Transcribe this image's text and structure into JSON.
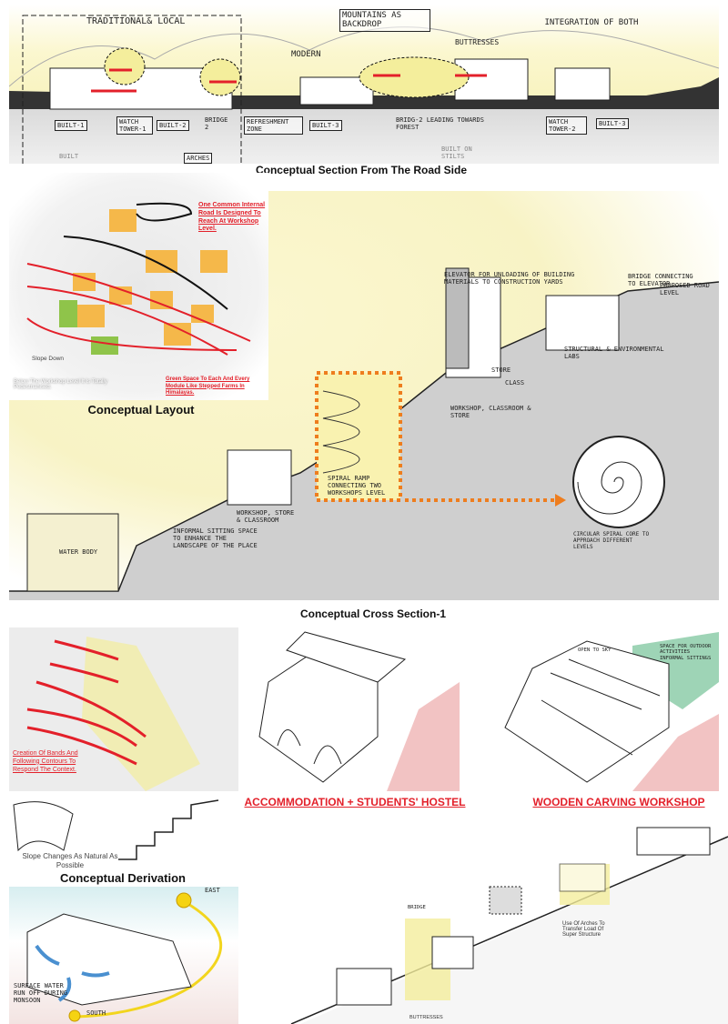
{
  "road_section": {
    "title": "Conceptual Section From The Road Side",
    "labels": {
      "traditional": "TRADITIONAL& LOCAL",
      "mountains": "MOUNTAINS AS BACKDROP",
      "modern": "MODERN",
      "buttresses": "BUTTRESSES",
      "integration": "INTEGRATION OF BOTH",
      "built1": "BUILT-1",
      "watch1": "WATCH TOWER-1",
      "built2": "BUILT-2",
      "bridge2a": "BRIDGE 2",
      "refreshment": "REFRESHMENT ZONE",
      "built3a": "BUILT-3",
      "bridge2b": "BRIDG-2 LEADING TOWARDS FOREST",
      "watch2": "WATCH TOWER-2",
      "built3b": "BUILT-3",
      "arches": "ARCHES",
      "built": "BUILT",
      "stilts": "BUILT ON STILTS"
    }
  },
  "layout": {
    "title": "Conceptual Layout",
    "note_road": "One Common Internal Road Is Designed To Reach At Workshop Level.",
    "note_slope": "Slope Down",
    "note_pedestrian": "Below The Workshop Level It Is Totally Pedestrianised.",
    "note_green": "Green Space To Each And Every Module Like Stepped Farms In Himalayas."
  },
  "cross_section": {
    "title": "Conceptual Cross Section-1",
    "labels": {
      "elevator": "ELEVATOR FOR UNLOADING OF BUILDING MATERIALS TO CONSTRUCTION YARDS",
      "bridge": "BRIDGE CONNECTING TO ELEVATOR",
      "road": "PROPOSED ROAD LEVEL",
      "labs": "STRUCTURAL & ENVIRONMENTAL LABS",
      "store": "STORE",
      "class": "CLASS",
      "workshop1": "WORKSHOP, CLASSROOM & STORE",
      "spiral": "SPIRAL RAMP CONNECTING TWO WORKSHOPS LEVEL",
      "workshop2": "WORKSHOP, STORE & CLASSROOM",
      "sitting": "INFORMAL SITTING SPACE TO ENHANCE THE LANDSCAPE OF THE PLACE",
      "water": "WATER BODY",
      "circular": "CIRCULAR SPIRAL CORE TO APPROACH DIFFERENT LEVELS"
    }
  },
  "bands": {
    "note": "Creation Of Bands And Following Contours To Respond The Context."
  },
  "hostel": {
    "caption": "ACCOMMODATION + STUDENTS' HOSTEL"
  },
  "workshop": {
    "caption": "WOODEN CARVING WORKSHOP",
    "note": "SPACE FOR OUTDOOR ACTIVITIES INFORMAL SITTINGS",
    "open": "OPEN TO SKY"
  },
  "derivation": {
    "slope_note": "Slope Changes As Natural As Possible",
    "title": "Conceptual Derivation",
    "east": "EAST",
    "south": "SOUTH",
    "water": "SURFACE WATER RUN OFF DURING MONSOON"
  },
  "long_section": {
    "arches": "Use Of Arches To Transfer Load Of Super Structure",
    "buttresses": "BUTTRESSES",
    "bridge": "BRIDGE"
  },
  "colors": {
    "accent_red": "#e3202a",
    "orange": "#ee7d1e",
    "highlight_yellow": "#f4ee9c",
    "sky_yellow": "#faf6c8"
  }
}
